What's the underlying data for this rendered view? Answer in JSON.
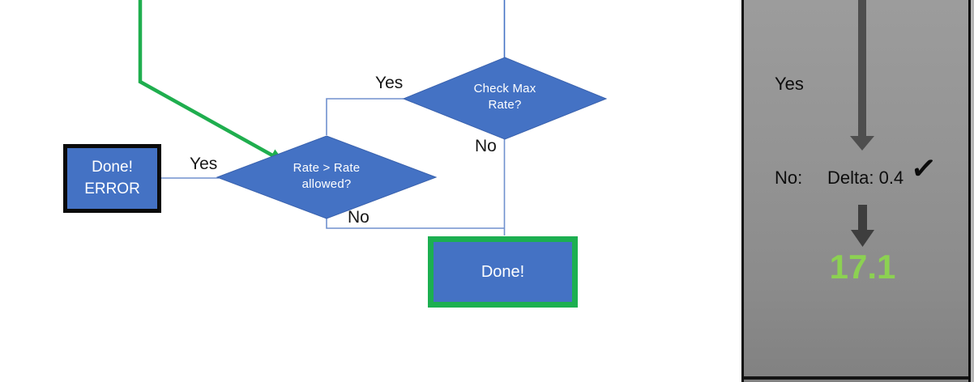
{
  "flowchart": {
    "check_diamond": {
      "line1": "Check Max",
      "line2": "Rate?"
    },
    "rate_diamond": {
      "line1": "Rate > Rate",
      "line2": "allowed?"
    },
    "done_error_box": {
      "line1": "Done!",
      "line2": "ERROR"
    },
    "done_box": {
      "label": "Done!"
    },
    "edge_labels": {
      "check_yes": "Yes",
      "check_no": "No",
      "rate_yes": "Yes",
      "rate_no": "No"
    }
  },
  "side_panel": {
    "yes_label": "Yes",
    "no_label": "No:",
    "delta_value": "Delta: 0.4",
    "check_icon": "✓",
    "result_value": "17.1"
  },
  "colors": {
    "shape_blue": "#4472C4",
    "connector_blue": "#7091CE",
    "accent_green": "#1FAE4E",
    "done_border_green": "#1CAF50",
    "result_green": "#8CD152",
    "arrow_dark_gray": "#4A4A4A",
    "panel_gray": "#909090"
  }
}
